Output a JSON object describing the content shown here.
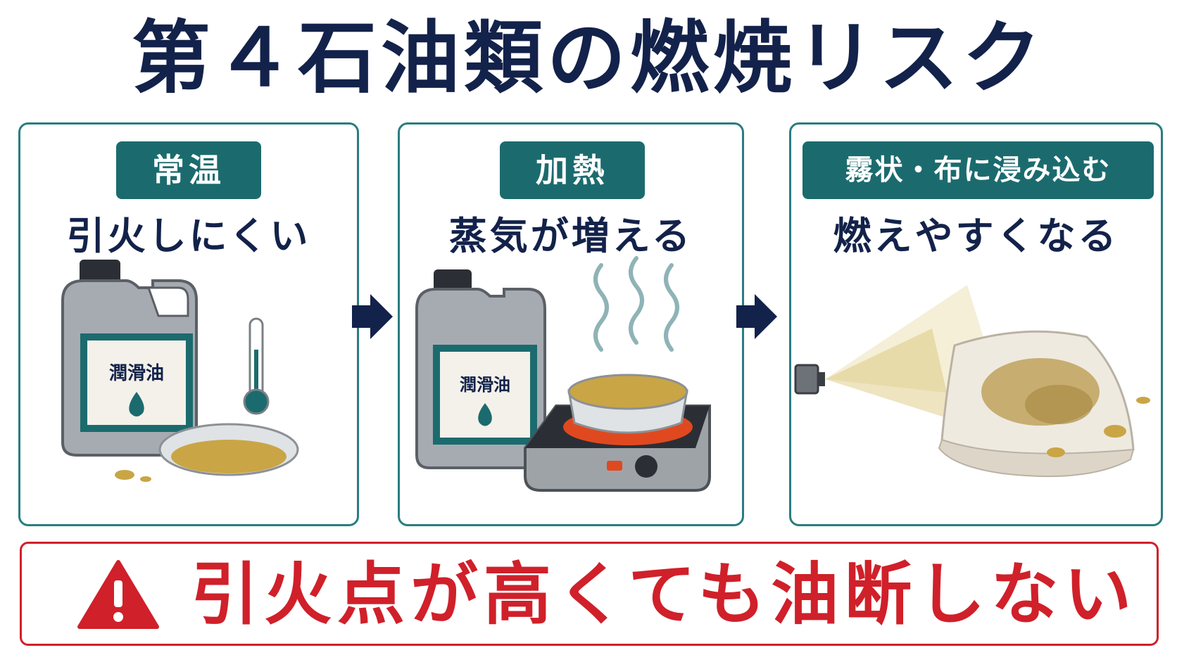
{
  "title": "第４石油類の燃焼リスク",
  "panels": [
    {
      "badge": "常温",
      "caption": "引火しにくい",
      "container_label": "潤滑油",
      "illustration": [
        "oil-jug-icon",
        "thermometer-icon",
        "oil-dish-icon"
      ]
    },
    {
      "badge": "加熱",
      "caption": "蒸気が増える",
      "container_label": "潤滑油",
      "illustration": [
        "oil-jug-icon",
        "vapor-icon",
        "hot-plate-icon",
        "oil-dish-icon"
      ]
    },
    {
      "badge": "霧状・布に浸み込む",
      "caption": "燃えやすくなる",
      "illustration": [
        "spray-nozzle-icon",
        "oil-mist-icon",
        "oil-soaked-cloth-icon"
      ]
    }
  ],
  "arrows": [
    "right-arrow-icon",
    "right-arrow-icon"
  ],
  "warning": {
    "icon": "warning-triangle-icon",
    "text": "引火点が高くても油断しない"
  },
  "colors": {
    "title": "#13224a",
    "badge_bg": "#1b6b6e",
    "panel_border": "#2a7d80",
    "warning": "#d0202a",
    "oil": "#c9a545"
  }
}
